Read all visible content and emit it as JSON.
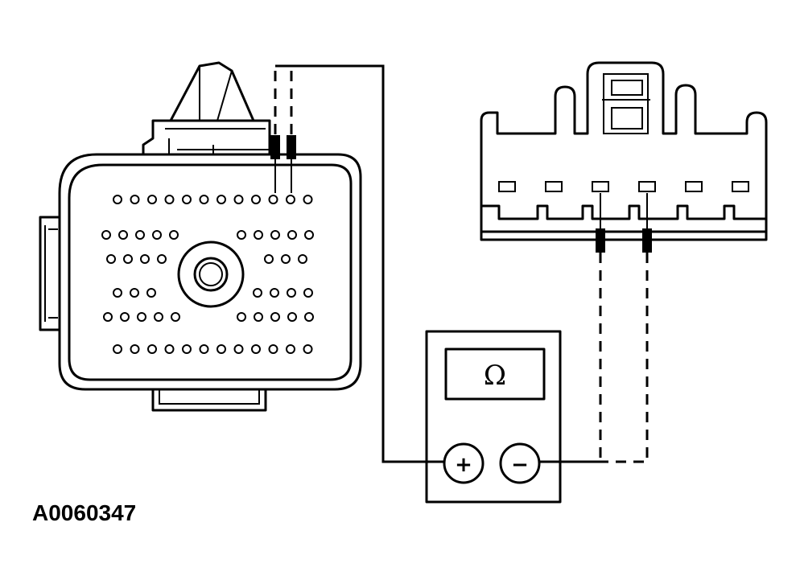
{
  "figure": {
    "id": "A0060347"
  },
  "meter": {
    "symbol": "Ω",
    "positive_label": "+",
    "negative_label": "−"
  },
  "colors": {
    "line": "#000000",
    "background": "#ffffff"
  },
  "components": {
    "left_connector": "multi-pin-harness-connector",
    "right_connector": "component-connector-six-terminal",
    "meter": "ohmmeter"
  }
}
